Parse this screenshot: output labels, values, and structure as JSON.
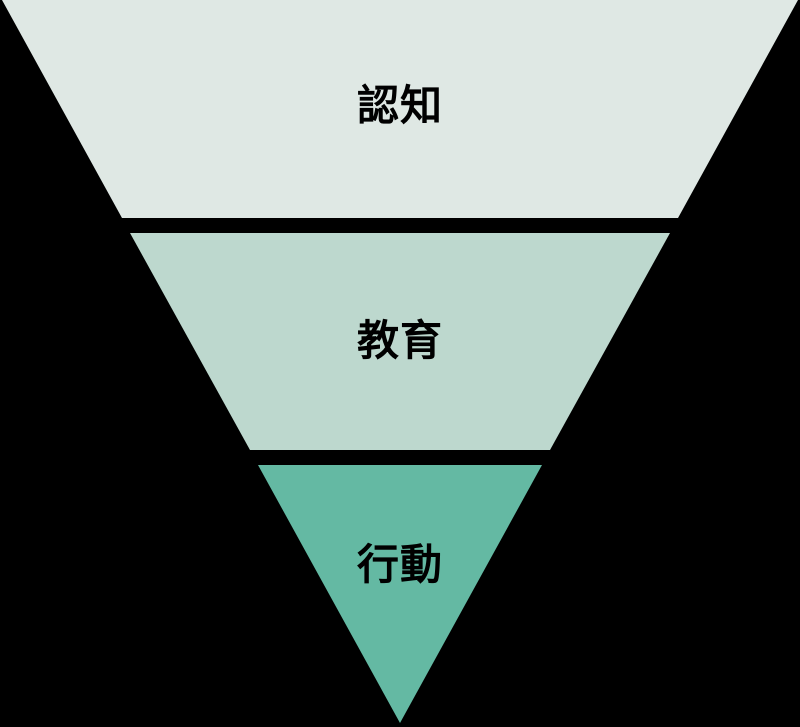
{
  "diagram": {
    "type": "funnel",
    "orientation": "inverted-triangle",
    "background_color": "#000000",
    "text_color": "#000000",
    "layers": [
      {
        "id": "awareness",
        "label": "認知",
        "color": "#dfe8e4"
      },
      {
        "id": "education",
        "label": "教育",
        "color": "#bdd8ce"
      },
      {
        "id": "action",
        "label": "行動",
        "color": "#64b9a3"
      }
    ]
  }
}
